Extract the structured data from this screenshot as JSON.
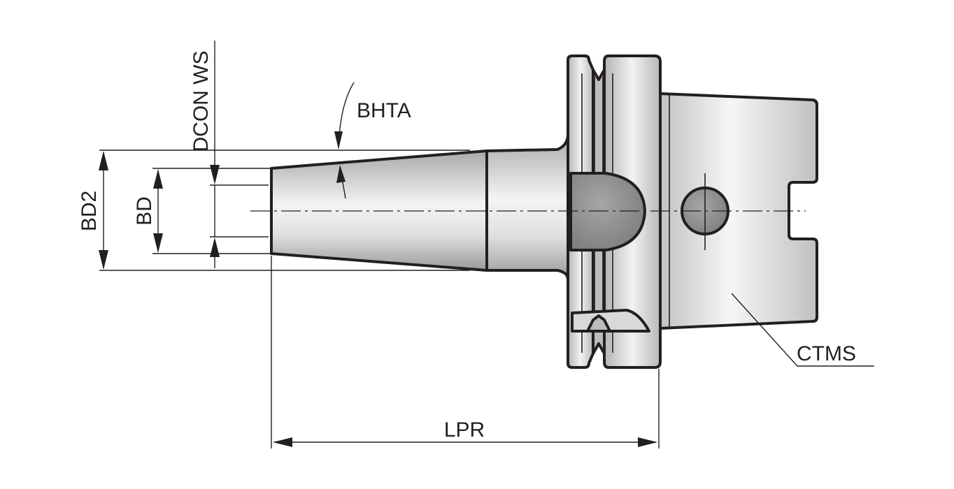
{
  "labels": {
    "bd2": "BD2",
    "bd": "BD",
    "dcon_ws": "DCON WS",
    "bhta": "BHTA",
    "lpr": "LPR",
    "ctms": "CTMS"
  },
  "colors": {
    "line": "#231f20",
    "body_light": "#f4f4f4",
    "body_mid": "#cfcfcf",
    "body_dark": "#a9a9a9",
    "clamp_dark": "#8c8c8c"
  }
}
